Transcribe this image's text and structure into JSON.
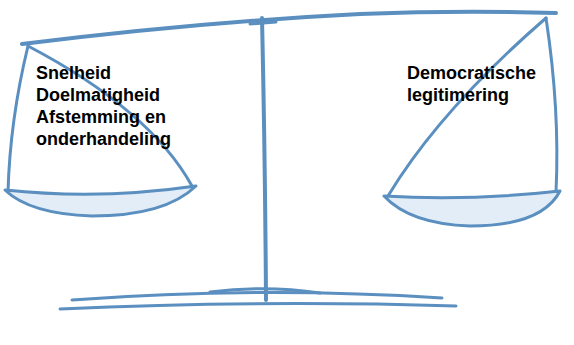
{
  "diagram": {
    "labels": [
      "Snelheid",
      "Doelmatigheid",
      "Afstemming en onderhandeling",
      "Democratische legitimering"
    ]
  }
}
